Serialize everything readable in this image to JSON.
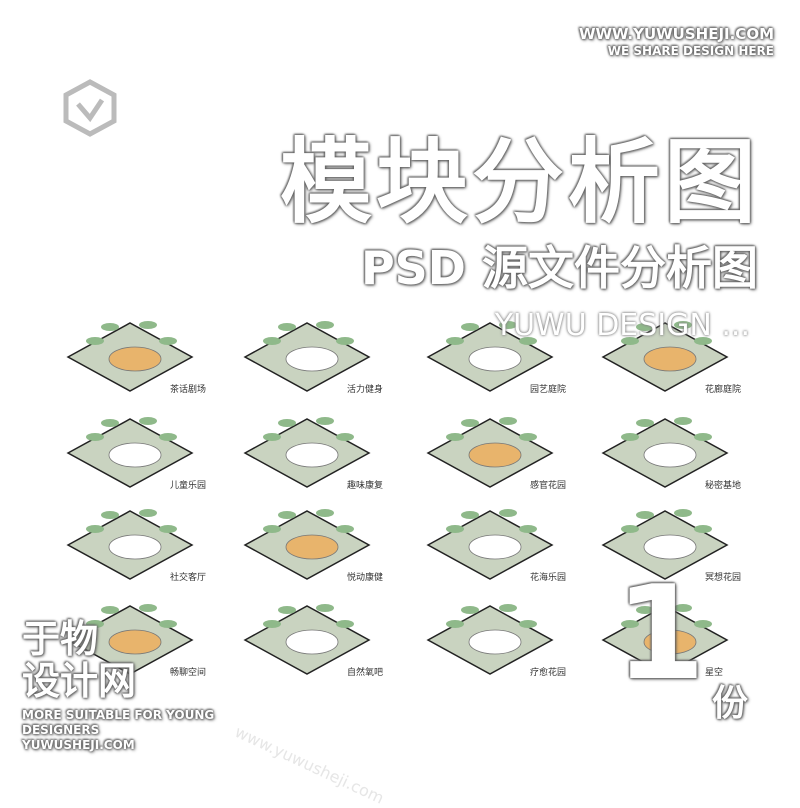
{
  "header": {
    "site": "WWW.YUWUSHEJI.COM",
    "tagline": "WE SHARE DESIGN HERE"
  },
  "title": "模块分析图",
  "subtitle": "PSD 源文件分析图",
  "brand_overlay": "YUWU DESIGN ...",
  "count": {
    "number": "1",
    "unit": "份"
  },
  "footer_brand": {
    "line1": "于物",
    "line2": "设计网",
    "en1": "MORE SUITABLE FOR YOUNG",
    "en2": "DESIGNERS",
    "url": "YUWUSHEJI.COM"
  },
  "watermark": "www.yuwusheji.com",
  "colors": {
    "ground": "#c9d3c0",
    "accent": "#e8b46c",
    "tree": "#8fb98a",
    "outline": "#222222"
  },
  "tiles": [
    {
      "label": "茶话剧场"
    },
    {
      "label": "活力健身"
    },
    {
      "label": "园艺庭院"
    },
    {
      "label": "花廊庭院"
    },
    {
      "label": "儿童乐园"
    },
    {
      "label": "趣味康复"
    },
    {
      "label": "感官花园"
    },
    {
      "label": "秘密基地"
    },
    {
      "label": "社交客厅"
    },
    {
      "label": "悦动康健"
    },
    {
      "label": "花海乐园"
    },
    {
      "label": "冥想花园"
    },
    {
      "label": "畅聊空间"
    },
    {
      "label": "自然氧吧"
    },
    {
      "label": "疗愈花园"
    },
    {
      "label": "星空"
    }
  ]
}
